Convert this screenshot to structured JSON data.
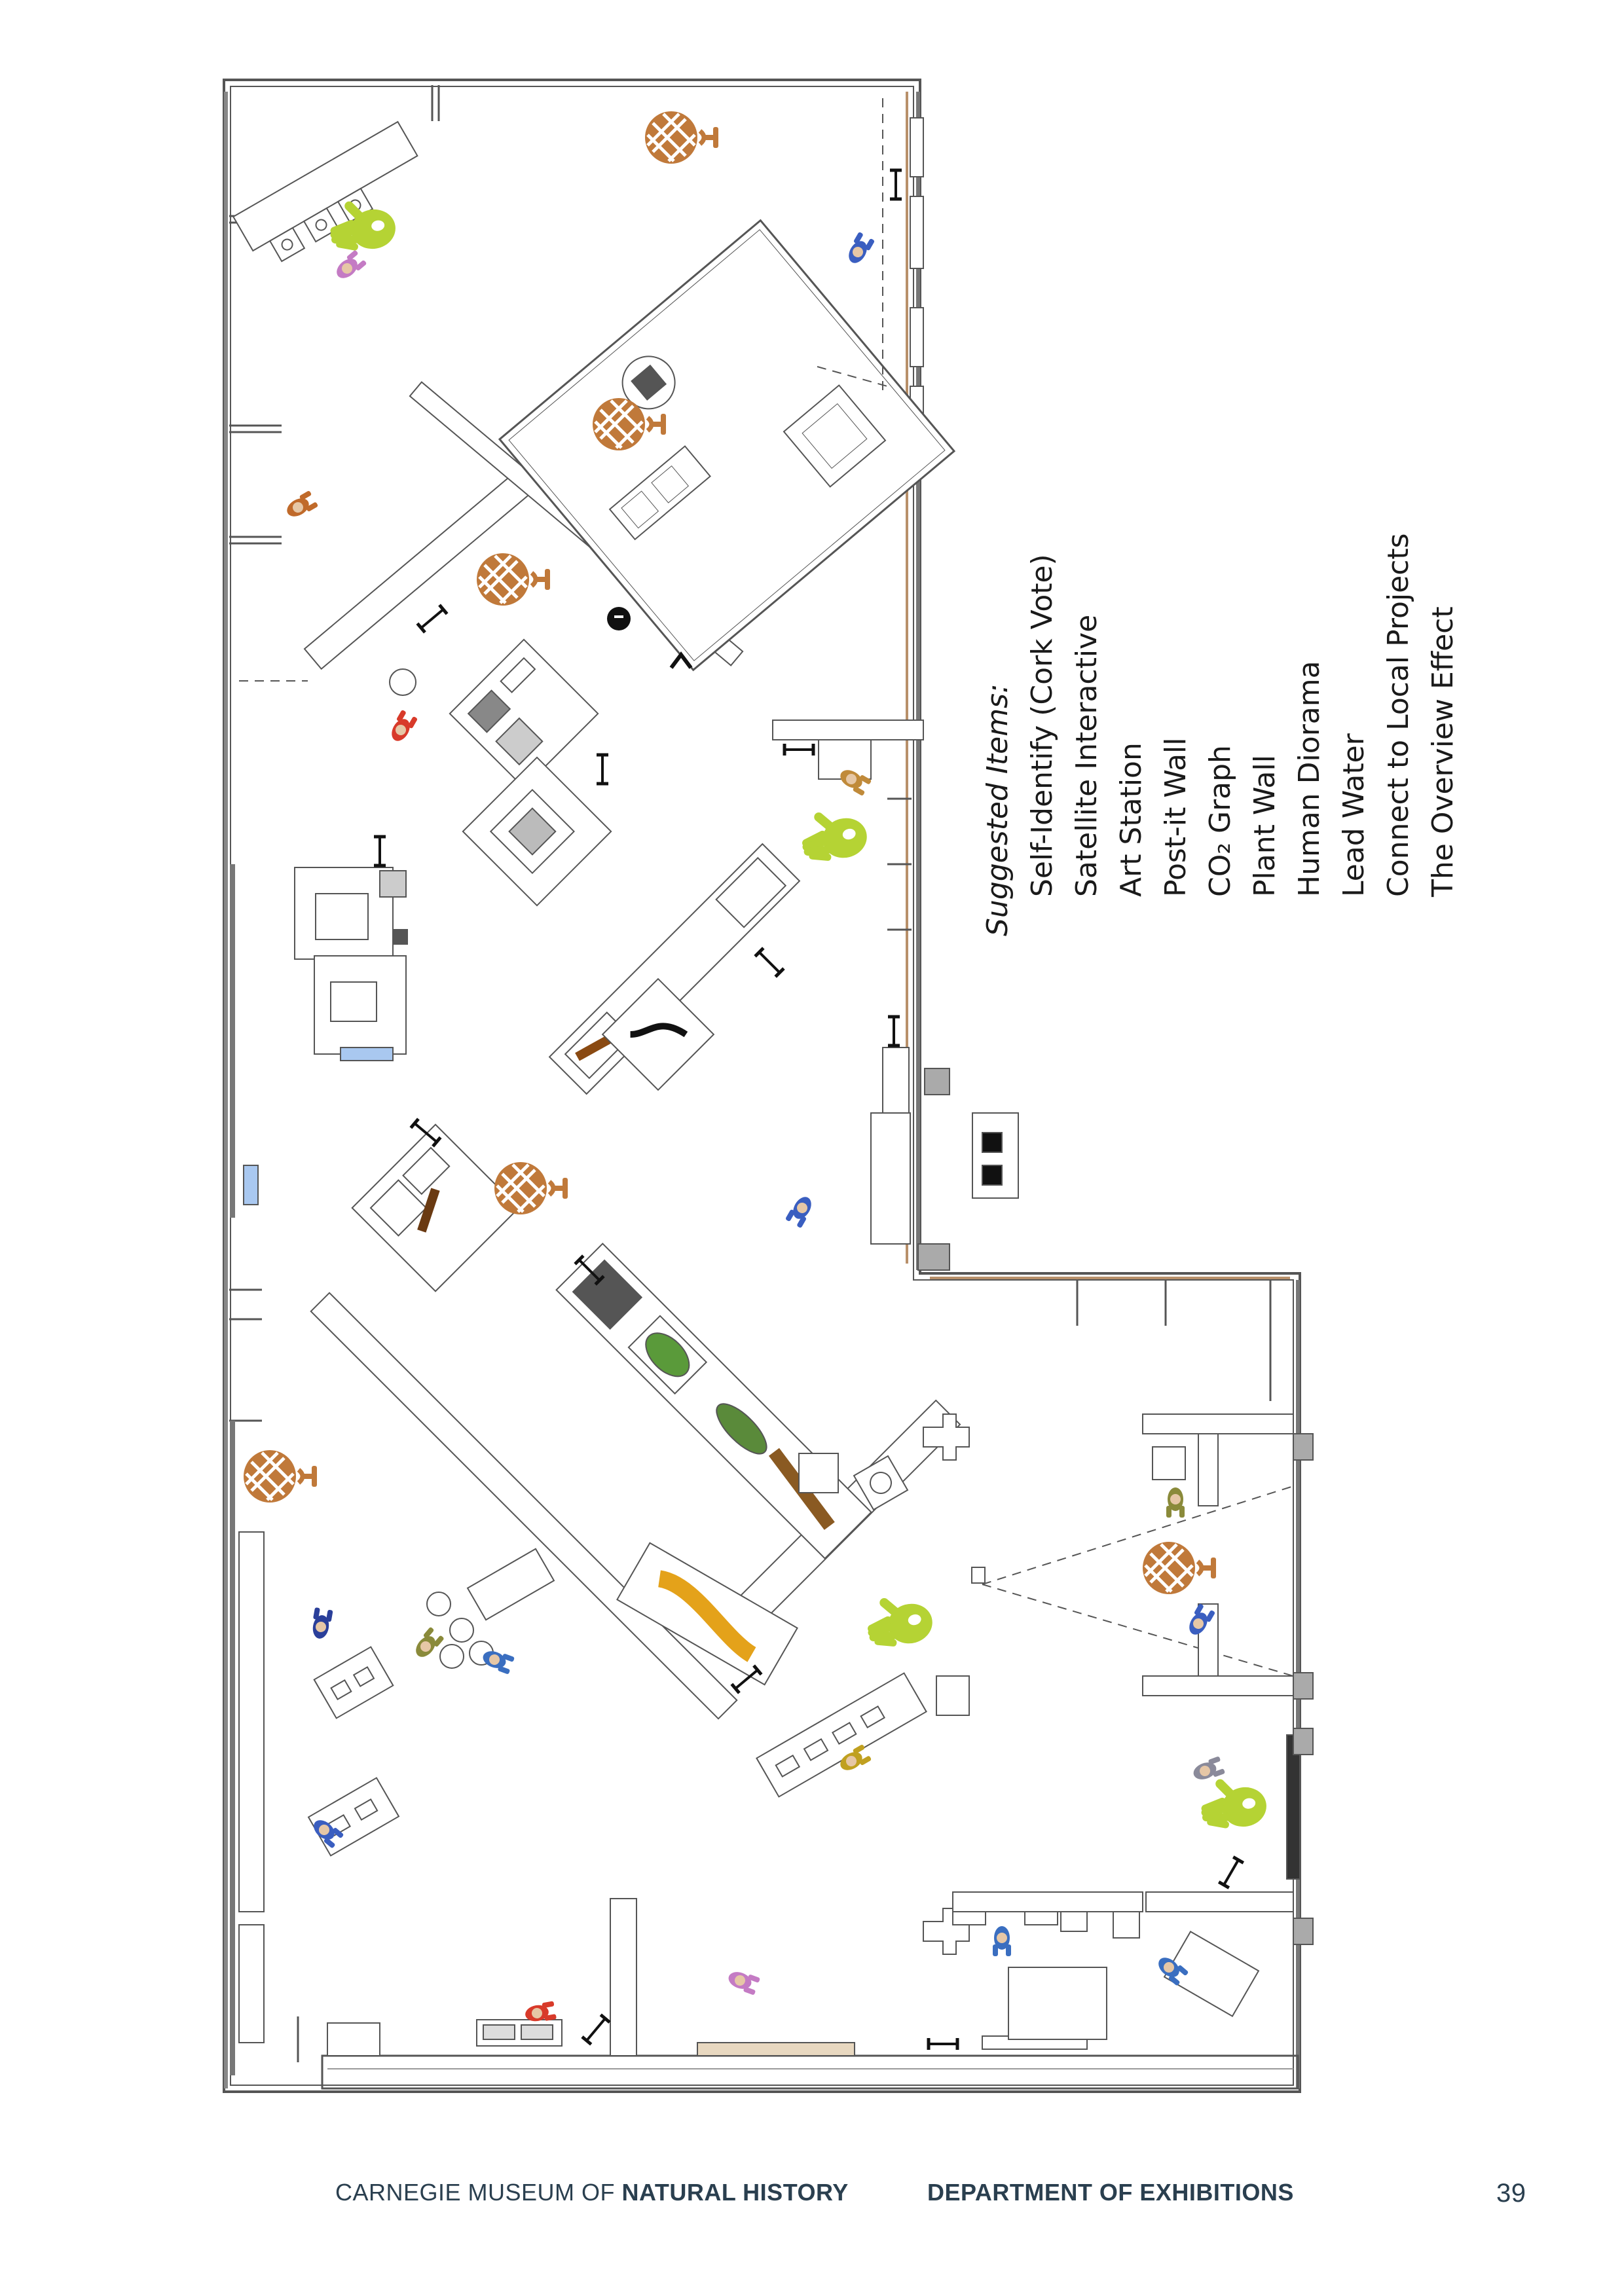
{
  "suggested": {
    "title": "Suggested Items:",
    "items": [
      "Self-Identify (Cork Vote)",
      "Satellite Interactive",
      "Art Station",
      "Post-it Wall",
      "CO₂ Graph",
      "Plant Wall",
      "Human Diorama",
      "Lead Water",
      "Connect to Local Projects",
      "The Overview Effect"
    ]
  },
  "footer": {
    "org_prefix": "CARNEGIE MUSEUM OF ",
    "org_bold": "NATURAL HISTORY",
    "department": "DEPARTMENT OF EXHIBITIONS",
    "page_number": "39"
  },
  "colors": {
    "wall": "#555555",
    "wall_accent": "#b8906a",
    "globe": "#c0793a",
    "hand": "#b5d334",
    "visitor_blue": "#3a5ec0",
    "visitor_red": "#d83a2a",
    "visitor_purple": "#c47bc4",
    "visitor_olive": "#8a8a3a"
  },
  "icons": [
    "globe-icon",
    "handprint-icon",
    "visitor-icon",
    "bench-icon",
    "case-icon"
  ]
}
